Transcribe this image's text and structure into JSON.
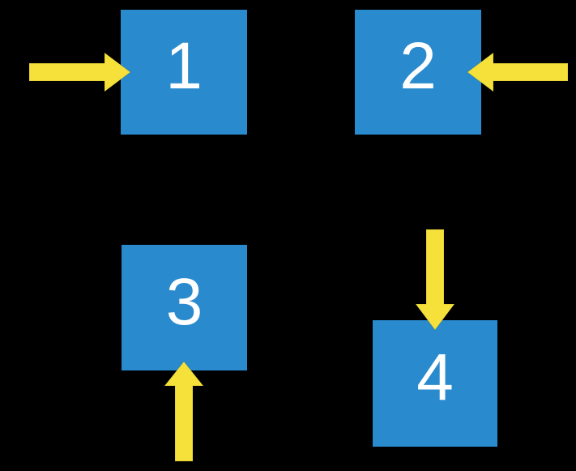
{
  "colors": {
    "background": "#000000",
    "square_fill": "#298ACE",
    "arrow_fill": "#F5E13A",
    "label_text": "#FFFFFF"
  },
  "squares": [
    {
      "label": "1"
    },
    {
      "label": "2"
    },
    {
      "label": "3"
    },
    {
      "label": "4"
    }
  ],
  "arrows": [
    {
      "direction": "right",
      "points_at": "1"
    },
    {
      "direction": "left",
      "points_at": "2"
    },
    {
      "direction": "up",
      "points_at": "3"
    },
    {
      "direction": "down",
      "points_at": "4"
    }
  ]
}
